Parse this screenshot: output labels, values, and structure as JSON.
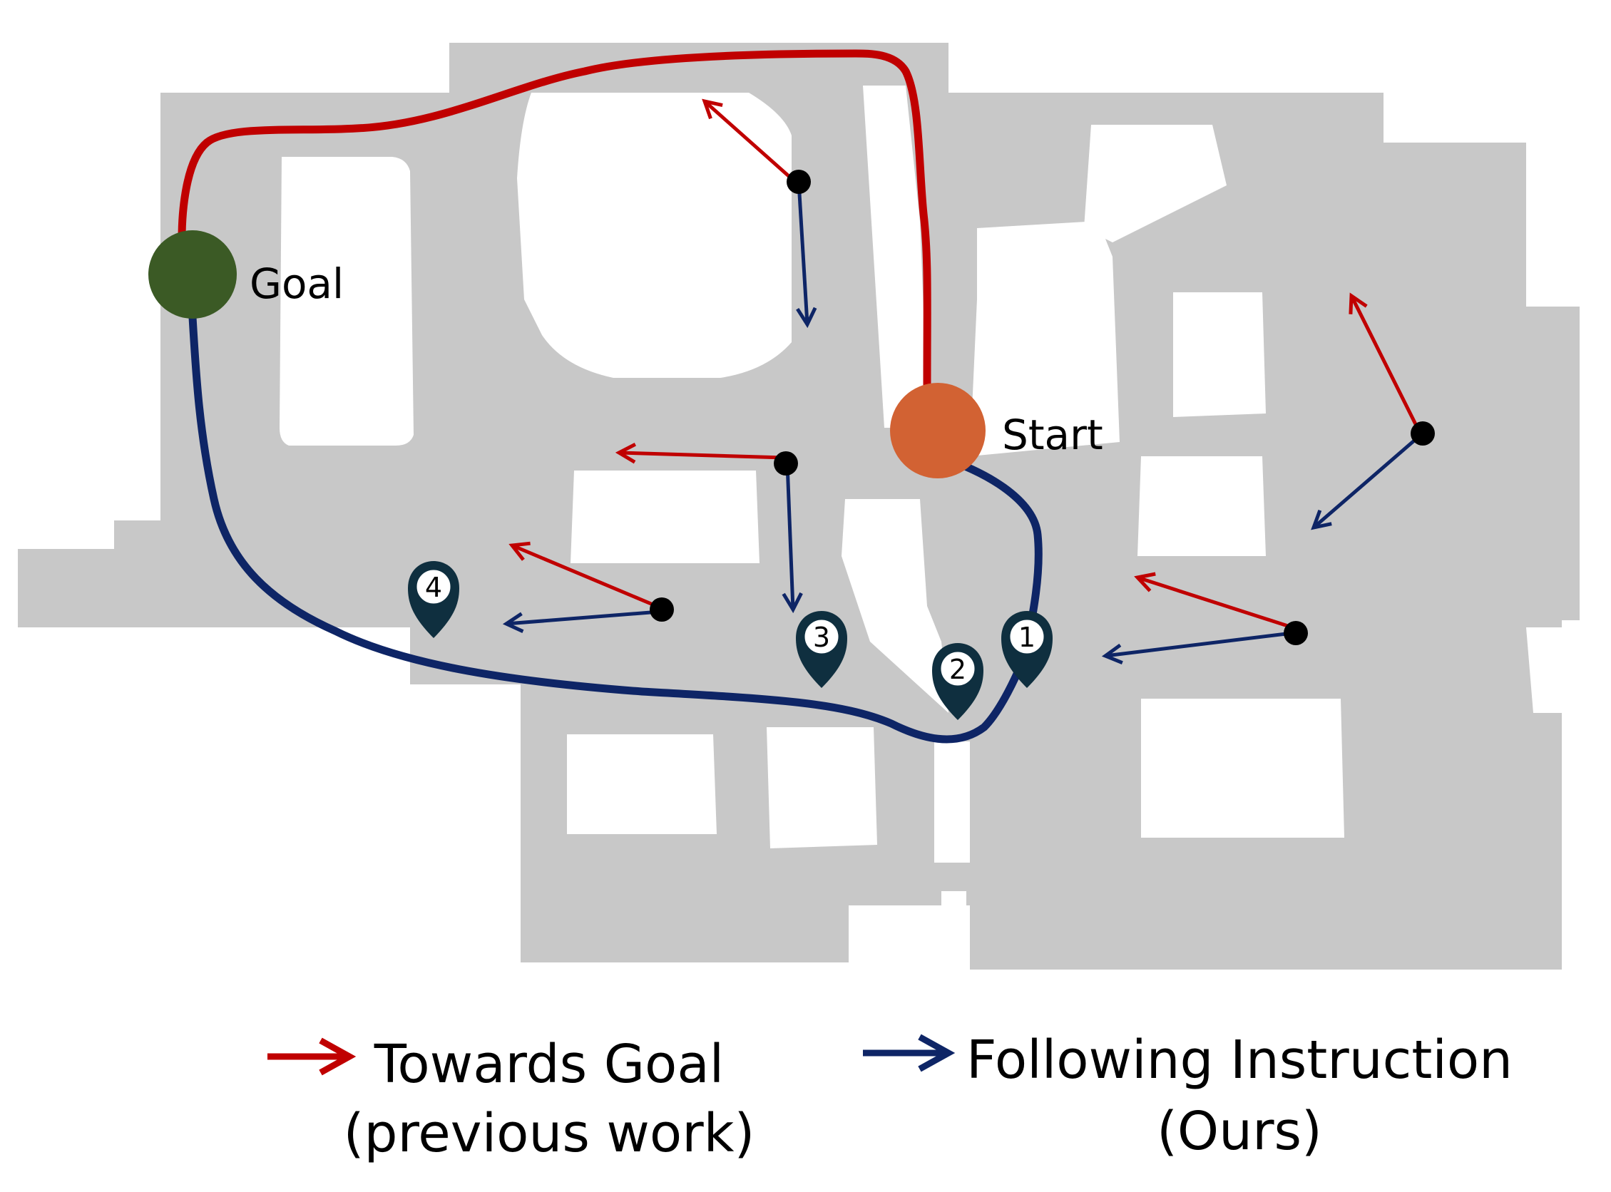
{
  "colors": {
    "floor": "#c8c8c8",
    "background": "#ffffff",
    "goal_marker": "#3b5a25",
    "start_marker": "#d26233",
    "red_path": "#c00000",
    "blue_path": "#0e2566",
    "pin_fill": "#0f2f3f",
    "waypoint": "#000000"
  },
  "markers": {
    "goal_label": "Goal",
    "start_label": "Start"
  },
  "waypoints": [
    "1",
    "2",
    "3",
    "4"
  ],
  "legend": {
    "towards_goal": {
      "line1": "Towards Goal",
      "line2": "(previous work)",
      "color": "#c00000"
    },
    "following_instruction": {
      "line1": "Following Instruction",
      "line2": "(Ours)",
      "color": "#0e2566"
    }
  }
}
